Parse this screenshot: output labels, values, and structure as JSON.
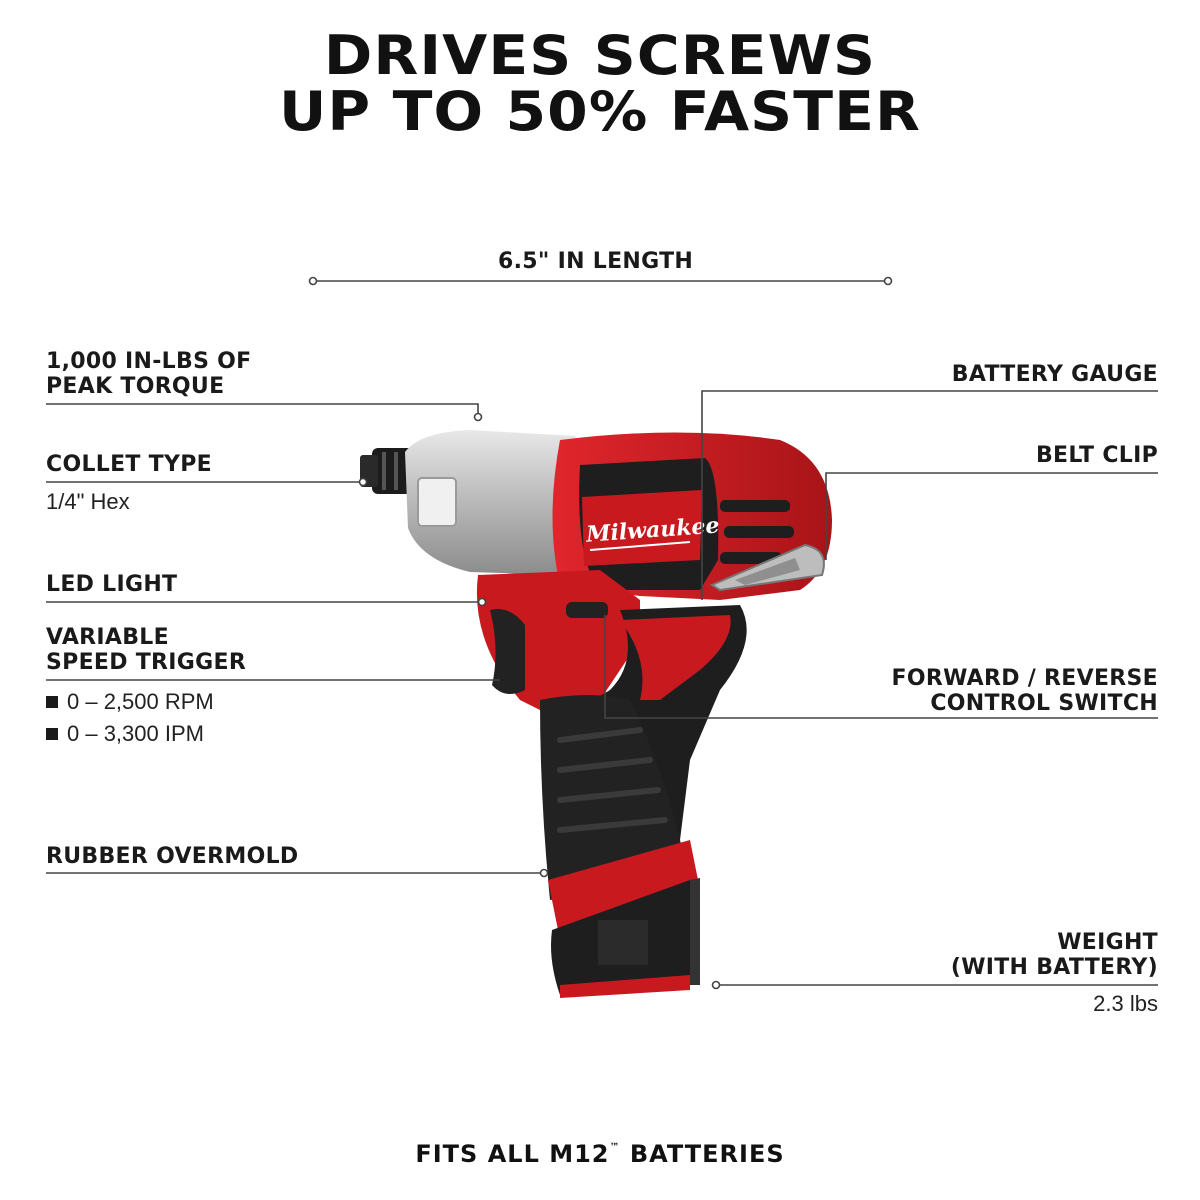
{
  "headline": {
    "line1": "DRIVES SCREWS",
    "line2": "UP TO 50% FASTER"
  },
  "length_label": "6.5\" IN LENGTH",
  "left_callouts": {
    "torque": {
      "line1": "1,000 IN-LBS OF",
      "line2": "PEAK TORQUE"
    },
    "collet": {
      "title": "COLLET TYPE",
      "value": "1/4\" Hex"
    },
    "led": {
      "title": "LED LIGHT"
    },
    "trigger": {
      "line1": "VARIABLE",
      "line2": "SPEED TRIGGER",
      "specs": [
        "0 – 2,500 RPM",
        "0 – 3,300 IPM"
      ]
    },
    "overmold": {
      "title": "RUBBER OVERMOLD"
    }
  },
  "right_callouts": {
    "battery_gauge": {
      "title": "BATTERY GAUGE"
    },
    "belt_clip": {
      "title": "BELT CLIP"
    },
    "switch": {
      "line1": "FORWARD / REVERSE",
      "line2": "CONTROL SWITCH"
    },
    "weight": {
      "line1": "WEIGHT",
      "line2": "(WITH BATTERY)",
      "value": "2.3 lbs"
    }
  },
  "brand_logo_text": "Milwaukee",
  "footer": {
    "text_before": "FITS ALL M12",
    "trademark": "™",
    "text_after": " BATTERIES"
  },
  "colors": {
    "tool_red": "#c8191f",
    "tool_black": "#1e1e1e",
    "metal": "#c9c9c9",
    "text": "#1a1a1a"
  }
}
